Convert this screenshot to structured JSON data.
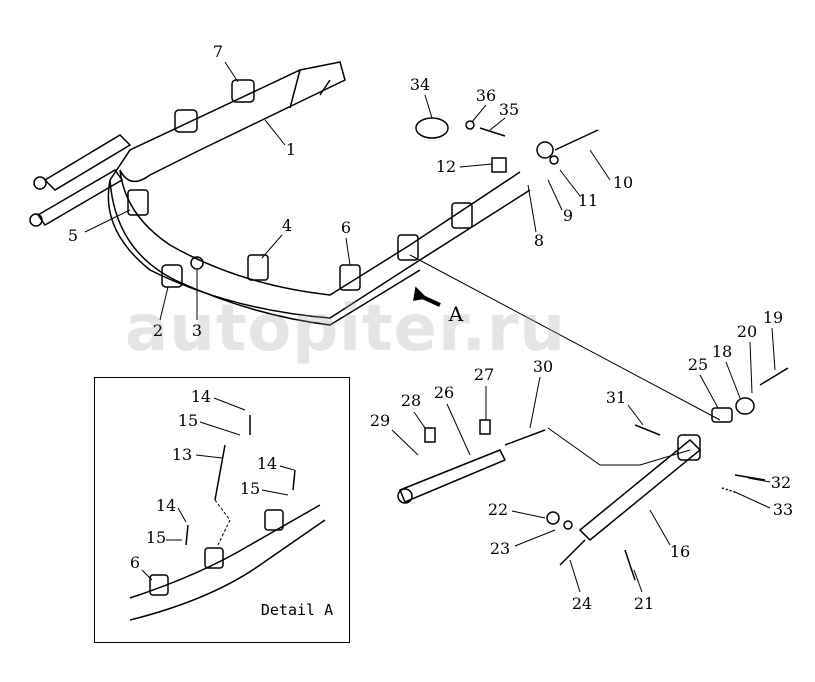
{
  "watermark": "autopiter.ru",
  "view_marker": "A",
  "detail_title": "Detail A",
  "callouts": {
    "c7": "7",
    "c1": "1",
    "c34": "34",
    "c36": "36",
    "c35": "35",
    "c12": "12",
    "c10": "10",
    "c11": "11",
    "c9": "9",
    "c8": "8",
    "c5": "5",
    "c4": "4",
    "c6": "6",
    "c2": "2",
    "c3": "3",
    "c30": "30",
    "c27": "27",
    "c26": "26",
    "c28": "28",
    "c29": "29",
    "c25": "25",
    "c18": "18",
    "c20": "20",
    "c19": "19",
    "c31": "31",
    "c32": "32",
    "c33": "33",
    "c22": "22",
    "c23": "23",
    "c16": "16",
    "c24": "24",
    "c21": "21"
  },
  "detail_callouts": {
    "d14a": "14",
    "d15a": "15",
    "d13": "13",
    "d14b": "14",
    "d15b": "15",
    "d14c": "14",
    "d15c": "15",
    "d6": "6"
  }
}
